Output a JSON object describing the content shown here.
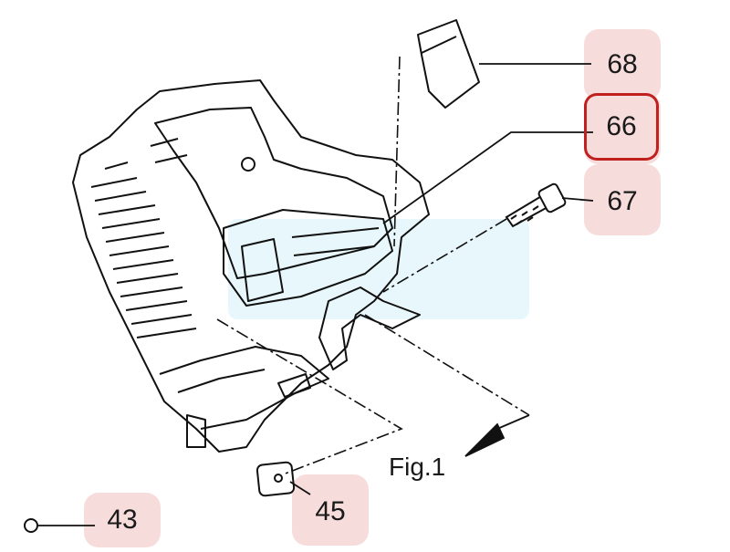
{
  "colors": {
    "callout_bg": "#f7dcdc",
    "highlight": "#c0211f",
    "line": "#111111",
    "watermark": "#7fd0ea"
  },
  "callouts": [
    {
      "id": "68",
      "label": "68",
      "highlighted": false
    },
    {
      "id": "66",
      "label": "66",
      "highlighted": true
    },
    {
      "id": "67",
      "label": "67",
      "highlighted": false
    },
    {
      "id": "45",
      "label": "45",
      "highlighted": false
    },
    {
      "id": "43",
      "label": "43",
      "highlighted": false
    }
  ],
  "figure_label": "Fig.1"
}
